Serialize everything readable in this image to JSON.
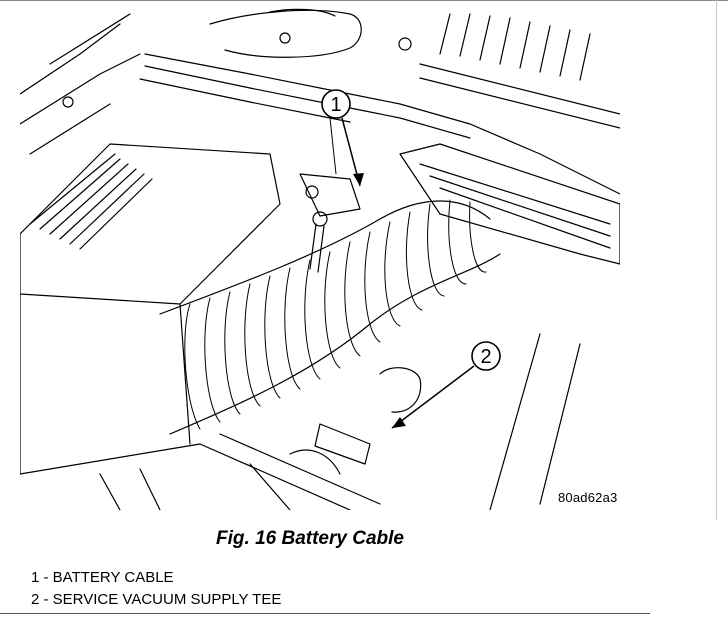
{
  "figure": {
    "callouts": [
      {
        "number": "1"
      },
      {
        "number": "2"
      }
    ],
    "code": "80ad62a3"
  },
  "caption": "Fig. 16 Battery Cable",
  "legend": [
    {
      "text": "1 - BATTERY CABLE"
    },
    {
      "text": "2 - SERVICE VACUUM SUPPLY TEE"
    }
  ]
}
